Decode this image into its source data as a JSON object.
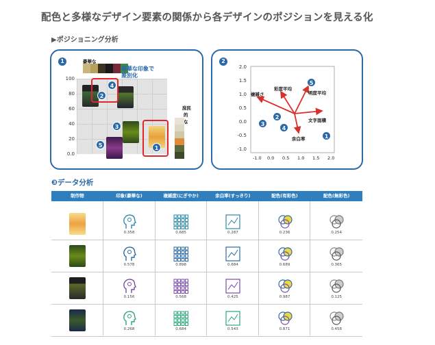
{
  "title": "配色と多様なデザイン要素の関係から各デザインのポジションを見える化",
  "subtitle": "▶ポジショニング分析",
  "panel1": {
    "num": "1",
    "top_label": "豪華な",
    "side_label_1": "庶民",
    "side_label_2": "的",
    "side_label_3": "な",
    "callout": "豪華な印象で\n差別化",
    "y_ticks": [
      "100",
      "80",
      "60",
      "40",
      "20",
      "0.0"
    ],
    "markers": [
      "4",
      "2",
      "3",
      "5",
      "1"
    ]
  },
  "panel2": {
    "num": "2",
    "y_ticks": [
      "2.0",
      "1.5",
      "1.0",
      "0.5",
      "0.0",
      "-0.5",
      "-1.0"
    ],
    "x_ticks": [
      "-1.0",
      "0.0",
      "0.5",
      "1.0",
      "1.5",
      "2.0"
    ],
    "vectors": [
      "彩度平均",
      "明度平均",
      "複雑さ",
      "文字面積",
      "余白率"
    ],
    "markers": [
      "5",
      "2",
      "3",
      "4",
      "1"
    ]
  },
  "section3": "❸データ分析",
  "table": {
    "headers": [
      "制作物",
      "印象(豪華な)",
      "複雑度(にぎやか)",
      "余白率(すっきり)",
      "配色(有彩色)",
      "配色(無彩色)"
    ],
    "rows": [
      {
        "values": [
          "0.358",
          "0.685",
          "0.287",
          "0.236",
          "0.254"
        ]
      },
      {
        "values": [
          "0.578",
          "0.898",
          "0.684",
          "0.689",
          "0.365"
        ]
      },
      {
        "values": [
          "0.156",
          "0.568",
          "0.425",
          "0.987",
          "0.125"
        ]
      },
      {
        "values": [
          "0.268",
          "0.684",
          "0.543",
          "0.871",
          "0.458"
        ]
      }
    ]
  },
  "colors": {
    "accent": "#2a69a8",
    "header": "#2f7fbf",
    "arrow": "#d9302b",
    "highlight": "#e0262b"
  }
}
